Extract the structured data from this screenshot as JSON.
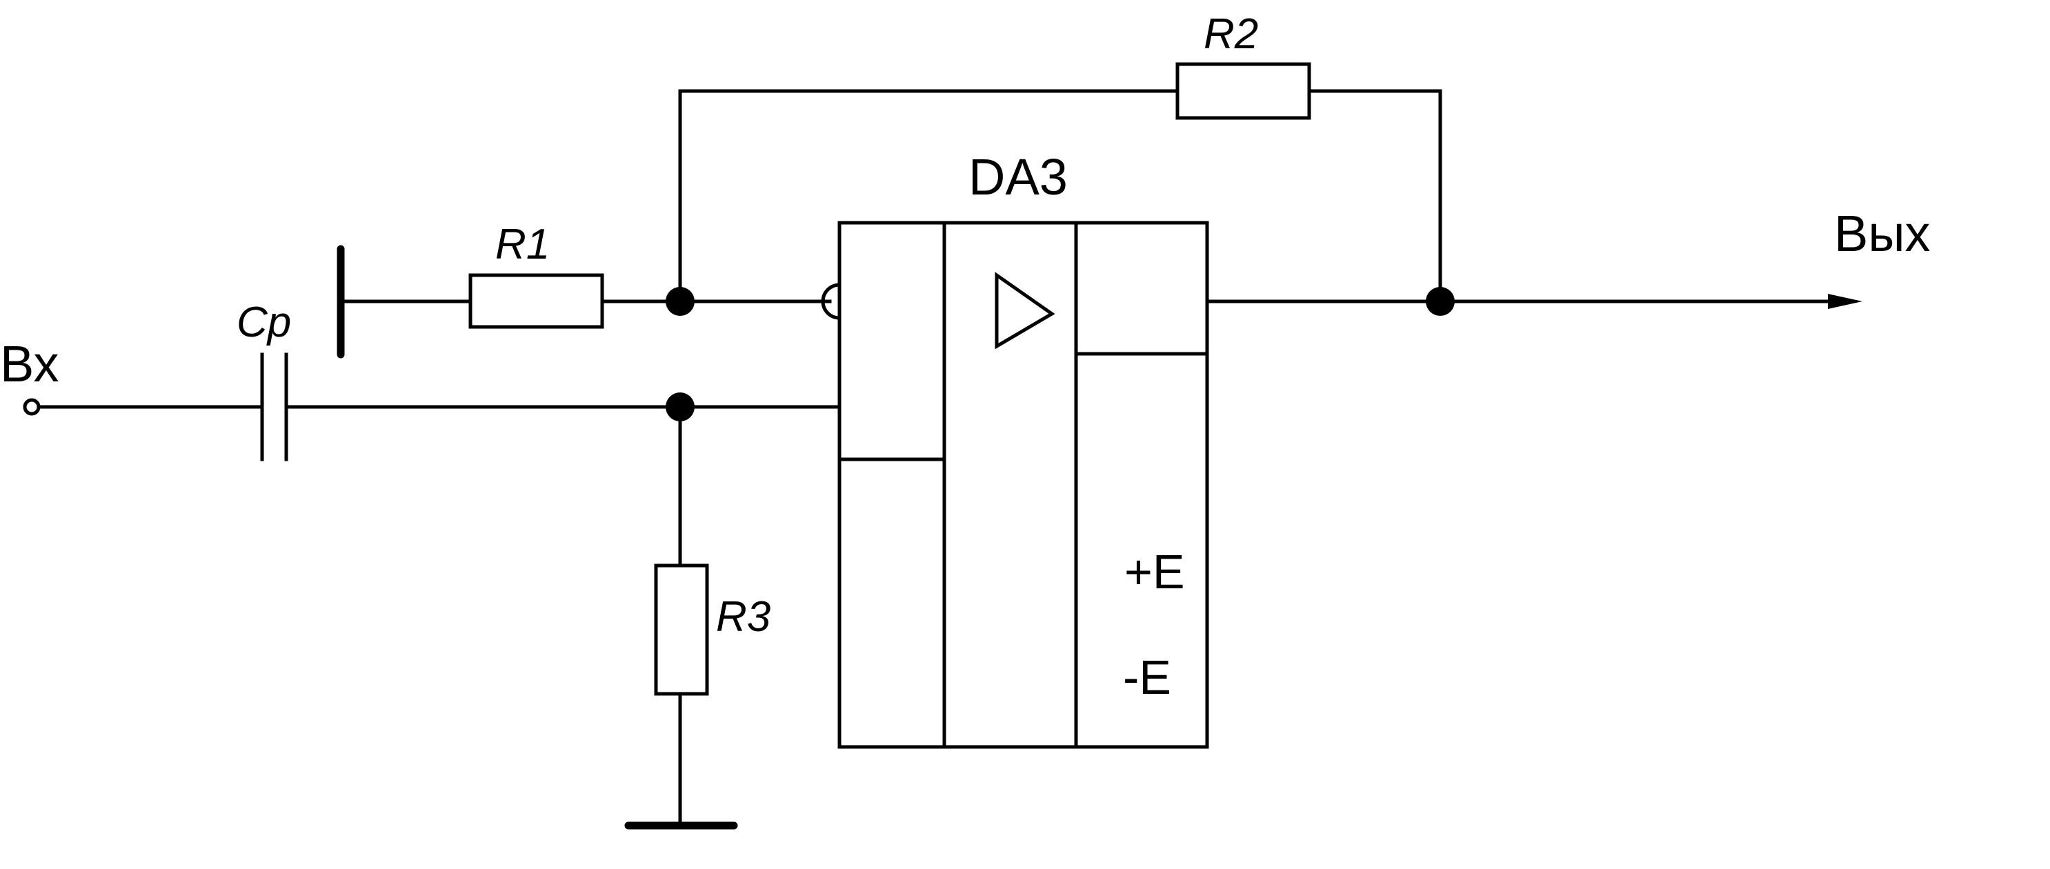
{
  "circuit": {
    "labels": {
      "input": "Вх",
      "output": "Вых",
      "capacitor": "Cp",
      "r1": "R1",
      "r2": "R2",
      "r3": "R3",
      "chip": "DA3",
      "plus_supply": "+E",
      "minus_supply": "-E"
    },
    "components": [
      {
        "ref": "Cp",
        "kind": "capacitor"
      },
      {
        "ref": "R1",
        "kind": "resistor"
      },
      {
        "ref": "R2",
        "kind": "resistor"
      },
      {
        "ref": "R3",
        "kind": "resistor"
      },
      {
        "ref": "DA3",
        "kind": "operational amplifier"
      }
    ],
    "colors": {
      "line": "#000000",
      "background": "#ffffff"
    }
  }
}
